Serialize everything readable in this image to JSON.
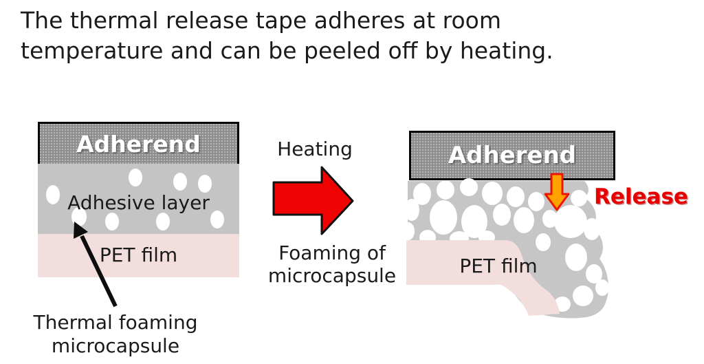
{
  "title": {
    "line1": "The thermal release tape adheres at room",
    "line2": "temperature and can be peeled off by heating."
  },
  "left_diagram": {
    "adherend_label": "Adherend",
    "adhesive_layer_label": "Adhesive layer",
    "pet_film_label": "PET film",
    "callout_line1": "Thermal foaming",
    "callout_line2": "microcapsule"
  },
  "transition": {
    "heating_label": "Heating",
    "foaming_line1": "Foaming of",
    "foaming_line2": "microcapsule"
  },
  "right_diagram": {
    "adherend_label": "Adherend",
    "pet_film_label": "PET film",
    "release_label": "Release"
  },
  "icons": {
    "heating_arrow": "right-block-arrow",
    "release_arrow": "down-block-arrow",
    "callout_arrow": "up-left-line-arrow"
  },
  "colors": {
    "adherend_pattern_gray": "#8e8e8e",
    "adhesive_gray": "#c4c4c4",
    "foam_gray": "#c6c6c6",
    "pet_film_pink": "#f2dedd",
    "heating_arrow_red": "#ee0202",
    "release_text_red": "#e60000",
    "release_arrow_orange": "#ffa200",
    "release_arrow_outline": "#ee1500",
    "text_black": "#1a1a1a"
  }
}
